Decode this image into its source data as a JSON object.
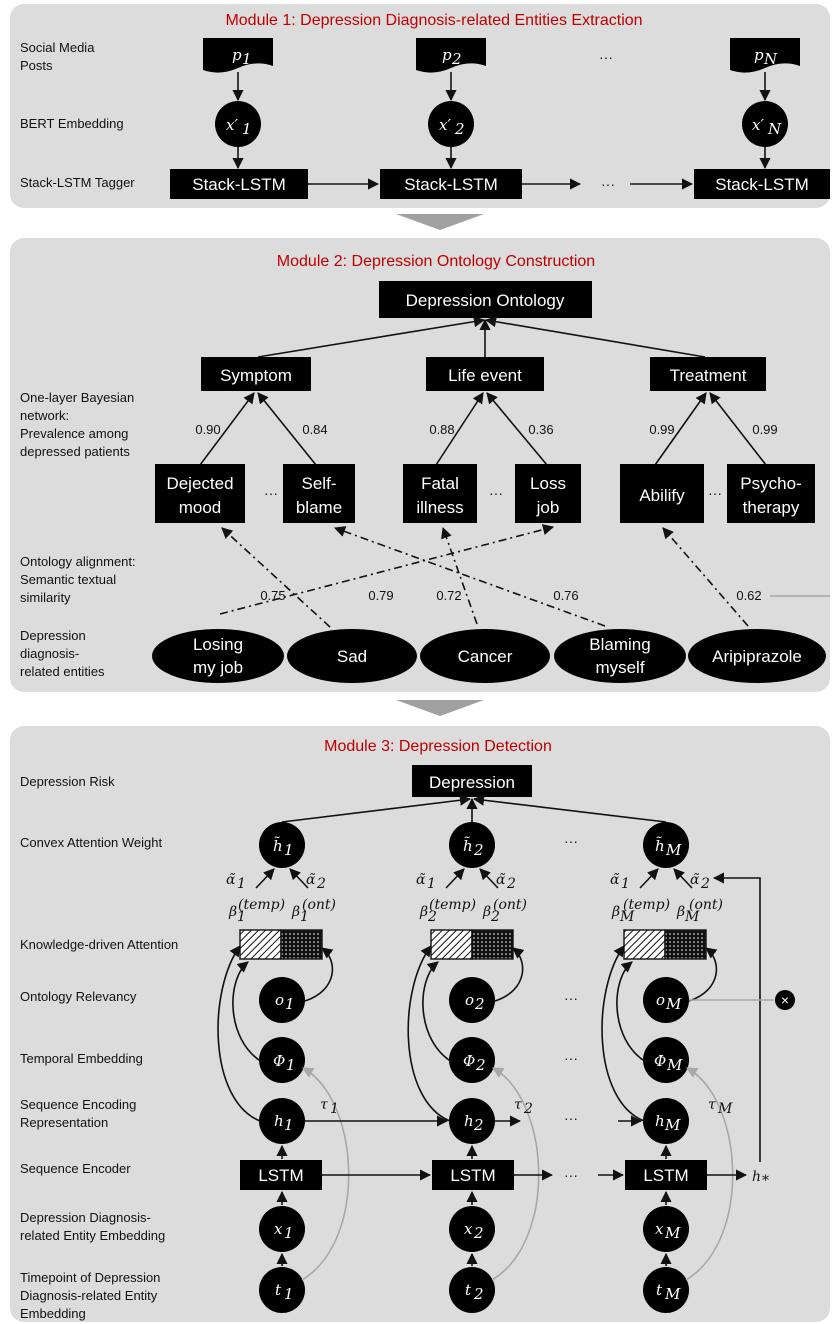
{
  "module1": {
    "title": "Module 1: Depression Diagnosis-related Entities Extraction",
    "row_labels": [
      "Social Media",
      "Posts",
      "BERT Embedding",
      "Stack-LSTM Tagger"
    ],
    "posts": [
      {
        "base": "p",
        "sub": "1"
      },
      {
        "base": "p",
        "sub": "2"
      },
      {
        "base": "p",
        "sub": "N"
      }
    ],
    "embeddings": [
      {
        "base": "x′",
        "sub": "1"
      },
      {
        "base": "x′",
        "sub": "2"
      },
      {
        "base": "x′",
        "sub": "N"
      }
    ],
    "tagger_label": "Stack-LSTM",
    "ellipsis": "···"
  },
  "module2": {
    "title": "Module 2: Depression Ontology Construction",
    "root": "Depression Ontology",
    "categories": [
      "Symptom",
      "Life event",
      "Treatment"
    ],
    "left_labels": {
      "bayes": [
        "One-layer Bayesian",
        "network:",
        "Prevalence among",
        "depressed patients"
      ],
      "align": [
        "Ontology alignment:",
        "Semantic textual",
        "similarity"
      ],
      "entities": [
        "Depression",
        "diagnosis-",
        "related entities"
      ]
    },
    "concepts": [
      [
        "Dejected",
        "mood"
      ],
      [
        "Self-",
        "blame"
      ],
      [
        "Fatal",
        "illness"
      ],
      [
        "Loss",
        "job"
      ],
      [
        "Abilify"
      ],
      [
        "Psycho-",
        "therapy"
      ]
    ],
    "prevalence": [
      "0.90",
      "0.84",
      "0.88",
      "0.36",
      "0.99",
      "0.99"
    ],
    "similarity": [
      "0.75",
      "0.79",
      "0.72",
      "0.76",
      "0.62"
    ],
    "entities": [
      [
        "Losing",
        "my job"
      ],
      [
        "Sad"
      ],
      [
        "Cancer"
      ],
      [
        "Blaming",
        "myself"
      ],
      [
        "Aripiprazole"
      ]
    ],
    "ellipsis": "···"
  },
  "module3": {
    "title": "Module 3: Depression Detection",
    "output": "Depression",
    "row_labels": [
      [
        "Depression Risk"
      ],
      [
        "Convex Attention Weight"
      ],
      [
        "Knowledge-driven Attention"
      ],
      [
        "Ontology Relevancy"
      ],
      [
        "Temporal Embedding"
      ],
      [
        "Sequence Encoding",
        "Representation"
      ],
      [
        "Sequence Encoder"
      ],
      [
        "Depression Diagnosis-",
        "related Entity Embedding"
      ],
      [
        "Timepoint of Depression",
        "Diagnosis-related Entity",
        "Embedding"
      ]
    ],
    "columns": [
      {
        "h_tilde": "h̃",
        "sub": "1",
        "o": "o",
        "phi": "Φ",
        "h": "h",
        "x": "x",
        "t": "t",
        "tau": "τ",
        "beta": "β"
      },
      {
        "h_tilde": "h̃",
        "sub": "2",
        "o": "o",
        "phi": "Φ",
        "h": "h",
        "x": "x",
        "t": "t",
        "tau": "τ",
        "beta": "β"
      },
      {
        "h_tilde": "h̃",
        "sub": "M",
        "o": "o",
        "phi": "Φ",
        "h": "h",
        "x": "x",
        "t": "t",
        "tau": "τ",
        "beta": "β"
      }
    ],
    "alpha_labels": [
      "α̃",
      "α̃"
    ],
    "alpha_subs": [
      "1",
      "2"
    ],
    "beta_sups": [
      "(temp)",
      "(ont)"
    ],
    "encoder_label": "LSTM",
    "h_star": "h",
    "h_star_sub": "*",
    "multiply_symbol": "×",
    "ellipsis": "···"
  },
  "colors": {
    "panel": "#dcdcdc",
    "title": "#c00000",
    "node": "#000000",
    "gray_link": "#a8a8a8",
    "arrow_between": "#a0a0a0"
  }
}
